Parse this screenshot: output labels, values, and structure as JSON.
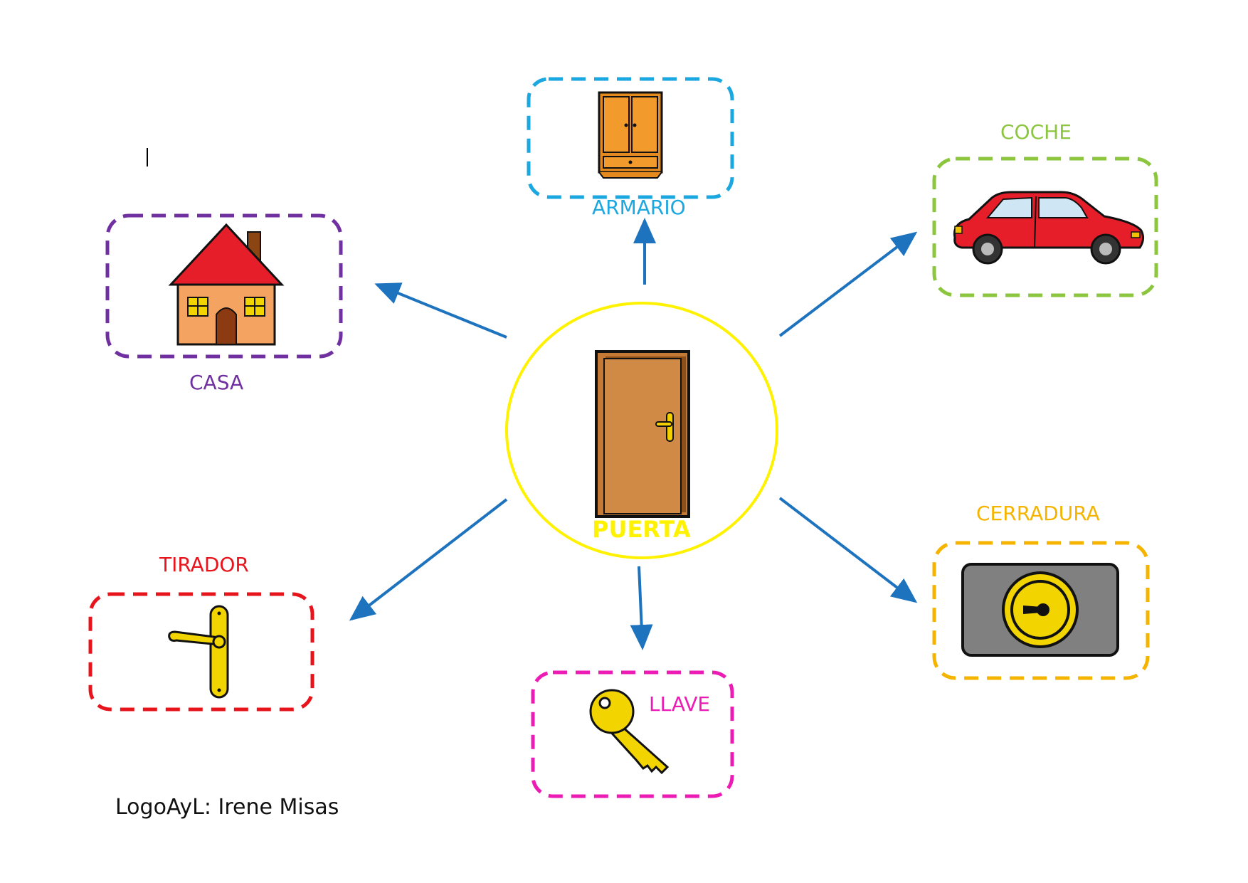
{
  "center": {
    "label": "PUERTA",
    "color": "#FFF200",
    "icon": "door-icon"
  },
  "nodes": [
    {
      "id": "armario",
      "label": "ARMARIO",
      "color": "#1BA7E0",
      "icon": "wardrobe-icon"
    },
    {
      "id": "coche",
      "label": "COCHE",
      "color": "#8CC63F",
      "icon": "car-icon"
    },
    {
      "id": "casa",
      "label": "CASA",
      "color": "#7030A0",
      "icon": "house-icon"
    },
    {
      "id": "cerradura",
      "label": "CERRADURA",
      "color": "#F4B400",
      "icon": "lock-icon"
    },
    {
      "id": "tirador",
      "label": "TIRADOR",
      "color": "#E8141C",
      "icon": "door-handle-icon"
    },
    {
      "id": "llave",
      "label": "LLAVE",
      "color": "#EC1BB4",
      "icon": "key-icon"
    }
  ],
  "arrow_color": "#1E73BE",
  "credit": "LogoAyL: Irene Misas"
}
